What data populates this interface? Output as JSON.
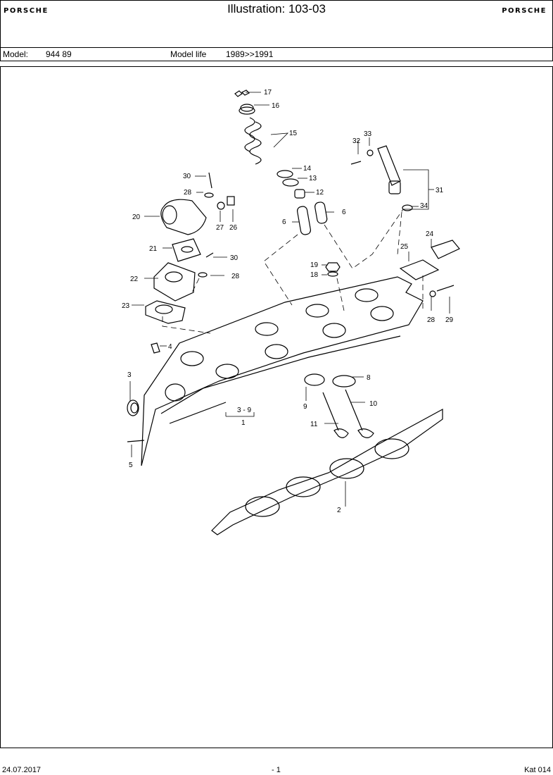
{
  "header": {
    "brand_left": "PORSCHE",
    "title": "Illustration: 103-03",
    "brand_right": "PORSCHE"
  },
  "model_bar": {
    "model_label": "Model:",
    "model_value": "944 89",
    "life_label": "Model life",
    "life_value": "1989>>1991"
  },
  "diagram": {
    "callouts": [
      "17",
      "16",
      "15",
      "14",
      "13",
      "12",
      "6",
      "6",
      "32",
      "33",
      "31",
      "34",
      "30",
      "28",
      "20",
      "27",
      "26",
      "21",
      "30",
      "22",
      "28",
      "23",
      "19",
      "18",
      "25",
      "24",
      "28",
      "29",
      "4",
      "3",
      "5",
      "3 - 9",
      "1",
      "8",
      "9",
      "10",
      "11",
      "2"
    ]
  },
  "footer": {
    "date": "24.07.2017",
    "page": "- 1",
    "catalog": "Kat 014"
  }
}
